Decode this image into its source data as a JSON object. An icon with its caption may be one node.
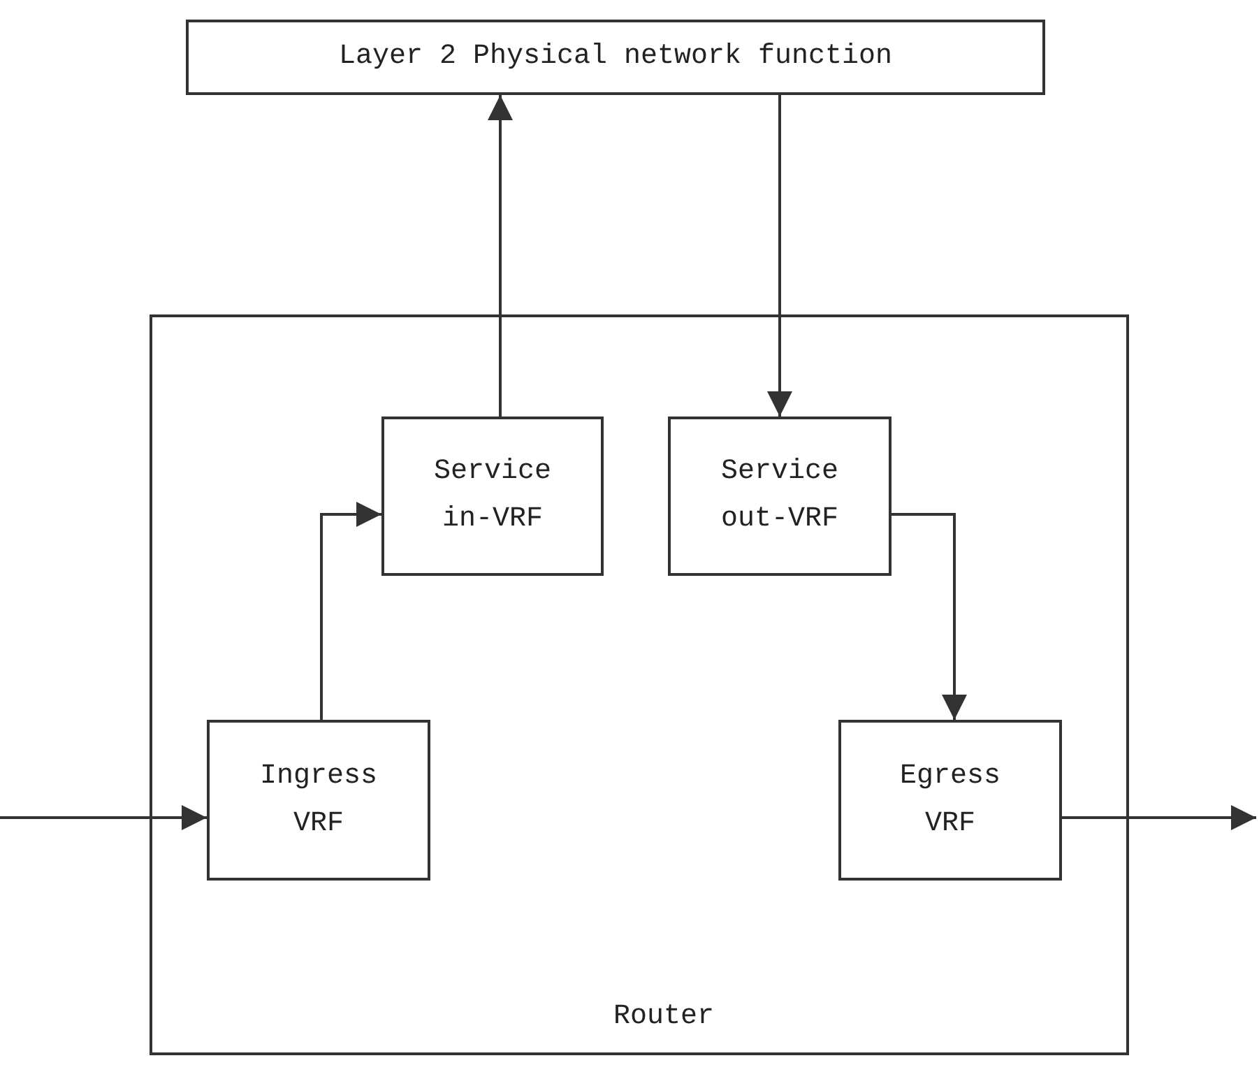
{
  "diagram": {
    "nodes": [
      {
        "text": [
          "Layer 2 Physical network function"
        ]
      },
      {
        "text": [
          "Router"
        ]
      },
      {
        "text": [
          "Service in-VRF"
        ],
        "in": 1
      },
      {
        "text": [
          "Service out-VRF"
        ],
        "in": 1
      },
      {
        "text": [
          "Ingress VRF"
        ],
        "in": 1
      },
      {
        "text": [
          "Egress VRF"
        ],
        "in": 1
      }
    ],
    "edges": [
      {
        "from": 2,
        "to": 0,
        "arrow": "to"
      },
      {
        "from": 0,
        "to": 3,
        "arrow": "to"
      },
      {
        "from": 4,
        "to": 2,
        "arrow": "to"
      },
      {
        "from": 3,
        "to": 5,
        "arrow": "to"
      },
      {
        "from": null,
        "to": 4,
        "arrow": "to"
      },
      {
        "from": 5,
        "to": null,
        "arrow": "to"
      }
    ]
  }
}
